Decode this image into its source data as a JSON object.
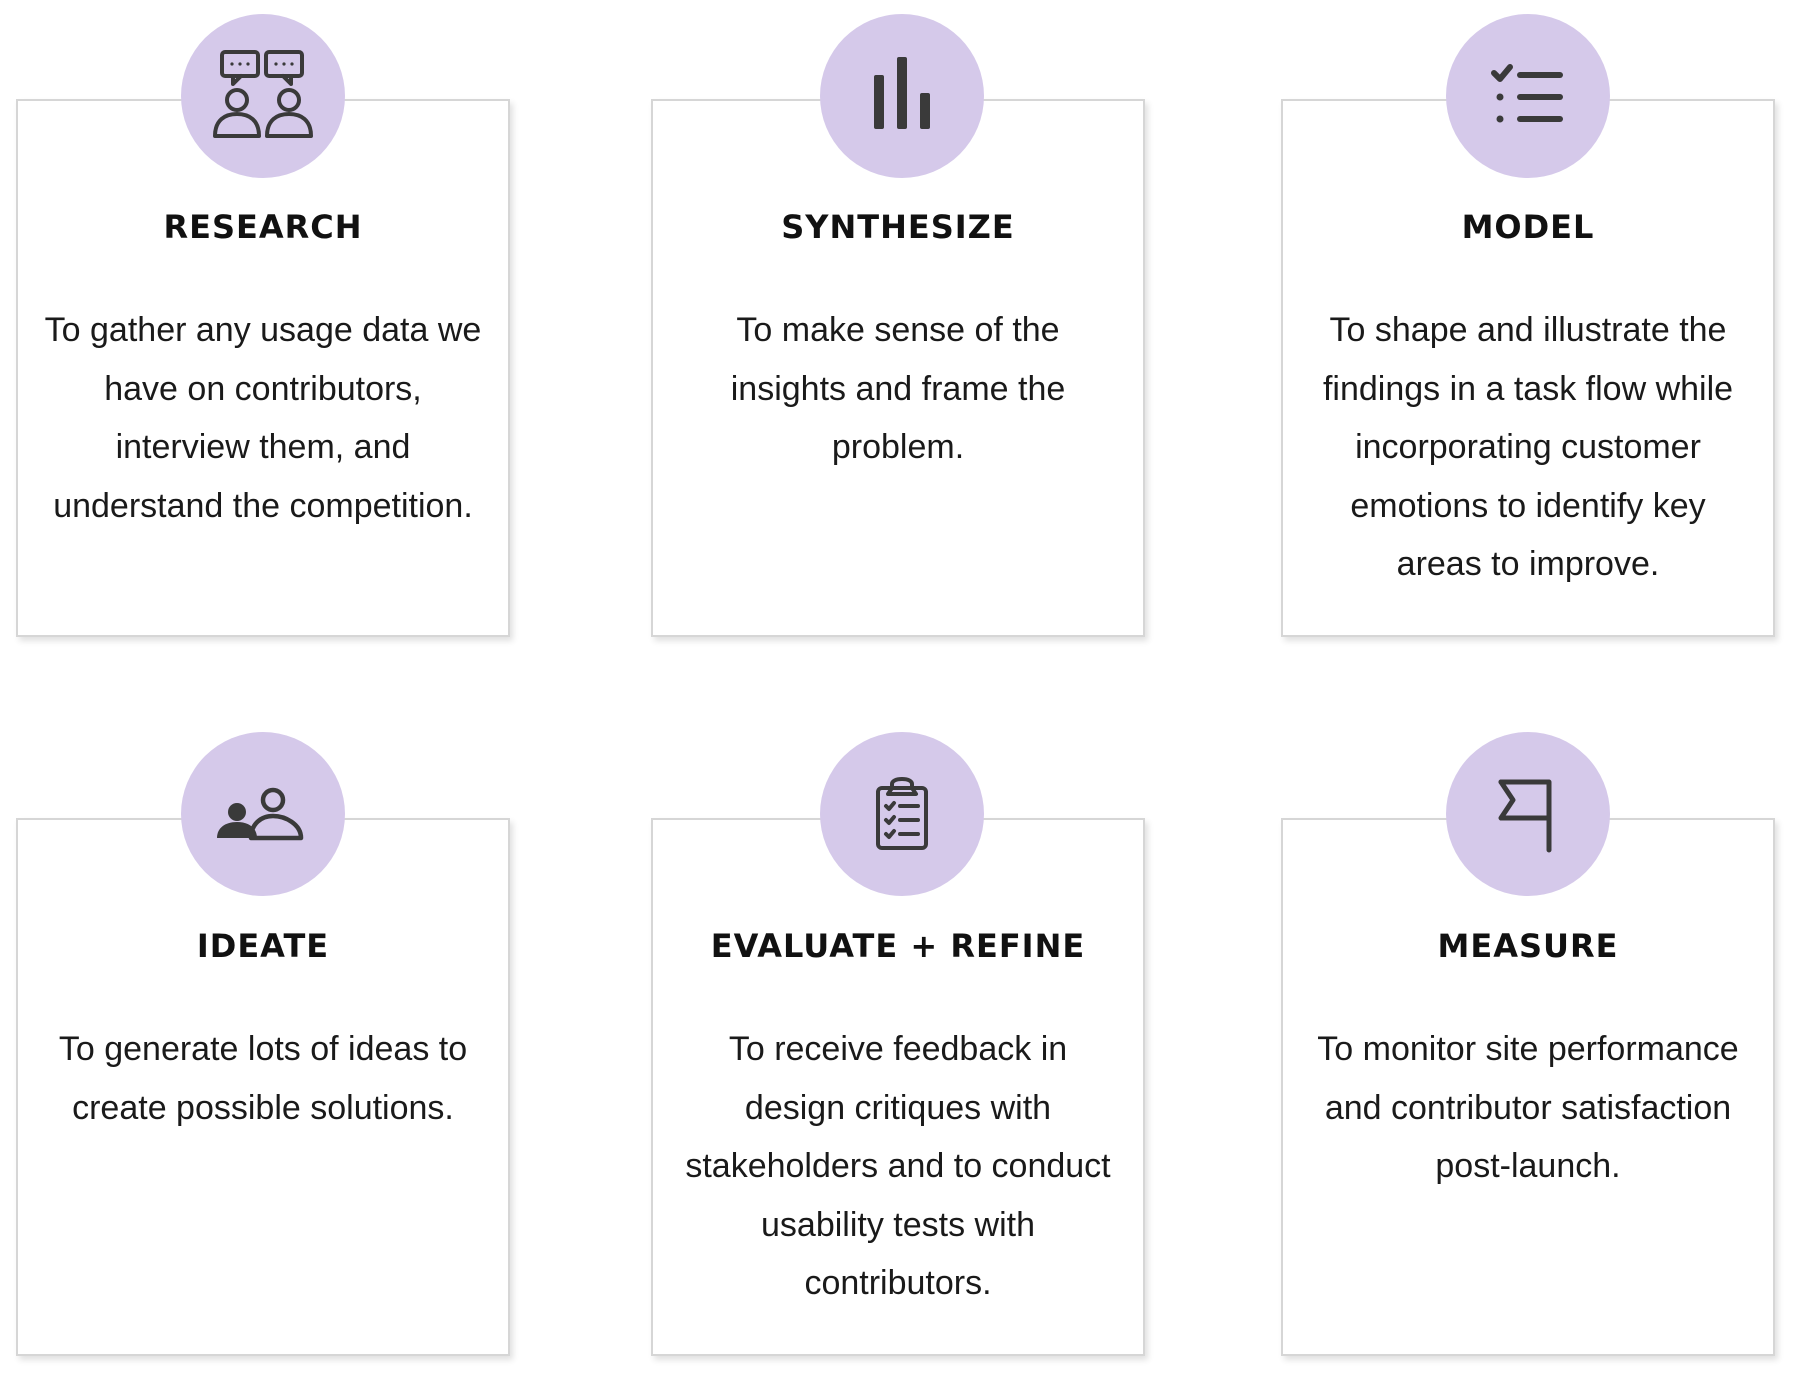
{
  "accent_color": "#d5c9ea",
  "icon_color": "#3a3a3a",
  "cards": [
    {
      "icon": "interview-icon",
      "title": "RESEARCH",
      "description": "To gather any usage data we have on contributors, interview them, and understand the competition."
    },
    {
      "icon": "bar-chart-icon",
      "title": "SYNTHESIZE",
      "description": "To make sense of the insights and frame the problem."
    },
    {
      "icon": "checklist-icon",
      "title": "MODEL",
      "description": "To shape and illustrate the findings in a task flow while incorporating customer emotions to identify key areas to improve."
    },
    {
      "icon": "people-icon",
      "title": "IDEATE",
      "description": "To generate lots of ideas to create possible solutions."
    },
    {
      "icon": "clipboard-icon",
      "title": "EVALUATE + REFINE",
      "description": "To receive feedback in design critiques with stakeholders and to conduct usability tests with contributors."
    },
    {
      "icon": "flag-icon",
      "title": "MEASURE",
      "description": "To monitor site performance and contributor satisfaction post-launch."
    }
  ]
}
